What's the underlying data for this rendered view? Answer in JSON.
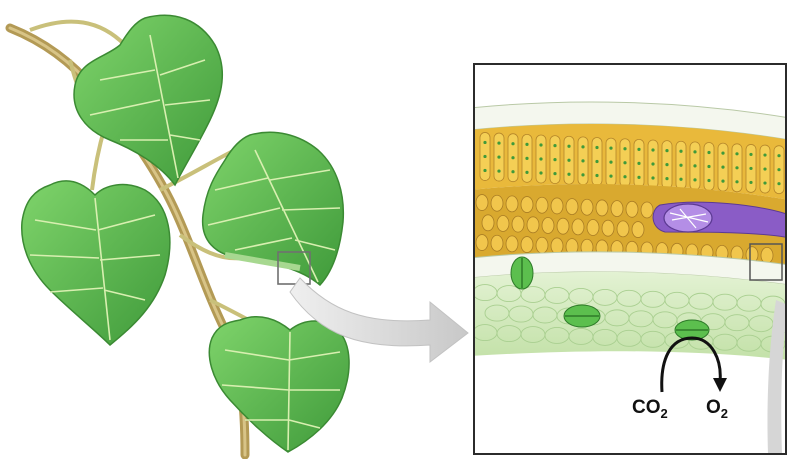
{
  "labels": {
    "co2_main": "CO",
    "co2_sub": "2",
    "o2_main": "O",
    "o2_sub": "2"
  },
  "colors": {
    "leaf": "#5cbf4e",
    "leaf_dark": "#3f9a3a",
    "vein": "#d8efb0",
    "stem": "#b39a55",
    "palisade": "#e9b93b",
    "mesophyll": "#cfe8b8",
    "vascular_bundle": "#8a5cc6",
    "arrow_gray": "#d2d2d2"
  }
}
